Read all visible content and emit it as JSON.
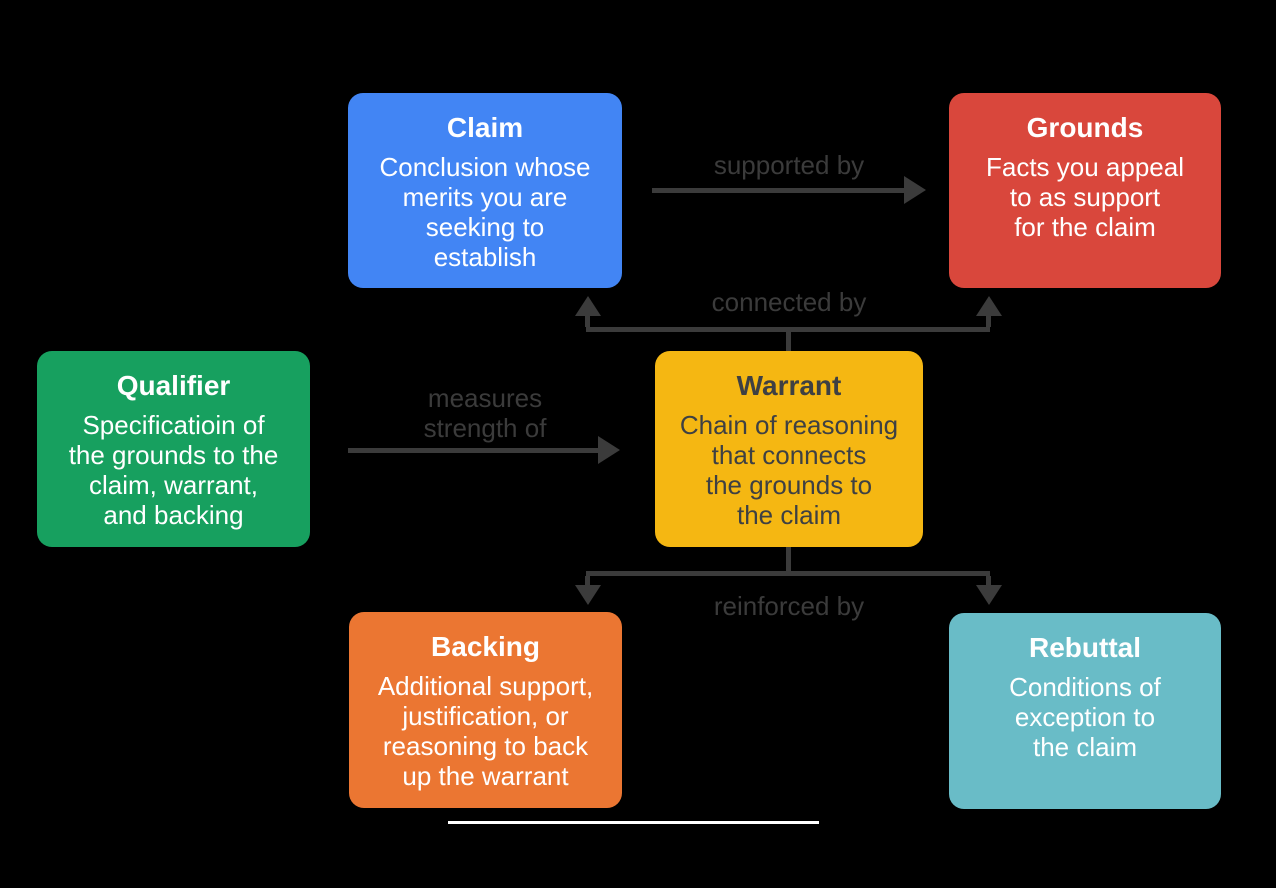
{
  "diagram": {
    "background_color": "#000000",
    "arrow_color": "#3B3B3B",
    "label_color": "#3B3B3B",
    "underline_color": "#FFFFFF",
    "nodes": {
      "claim": {
        "title": "Claim",
        "body": "Conclusion whose\nmerits you are\nseeking to\nestablish",
        "color": "#4285F4",
        "text_color": "#FFFFFF"
      },
      "grounds": {
        "title": "Grounds",
        "body": "Facts you appeal\nto as support\nfor the claim",
        "color": "#D9473C",
        "text_color": "#FFFFFF"
      },
      "qualifier": {
        "title": "Qualifier",
        "body": "Specificatioin of\nthe grounds to the\nclaim, warrant,\nand backing",
        "color": "#17A05F",
        "text_color": "#FFFFFF"
      },
      "warrant": {
        "title": "Warrant",
        "body": "Chain of reasoning\nthat connects\nthe grounds to\nthe claim",
        "color": "#F5B712",
        "text_color": "#3E4043"
      },
      "backing": {
        "title": "Backing",
        "body": "Additional support,\njustification, or\nreasoning to back\nup the warrant",
        "color": "#EB7632",
        "text_color": "#FFFFFF"
      },
      "rebuttal": {
        "title": "Rebuttal",
        "body": "Conditions of\nexception to\nthe claim",
        "color": "#69BCC7",
        "text_color": "#FFFFFF"
      }
    },
    "edges": {
      "supported_by": {
        "label": "supported by",
        "from": "claim",
        "to": "grounds"
      },
      "connected_by": {
        "label": "connected by",
        "from": "warrant",
        "to": "claim, grounds"
      },
      "measures_strength_of": {
        "label": "measures\nstrength of",
        "from": "qualifier",
        "to": "warrant"
      },
      "reinforced_by": {
        "label": "reinforced by",
        "from": "warrant",
        "to": "backing, rebuttal"
      }
    }
  }
}
